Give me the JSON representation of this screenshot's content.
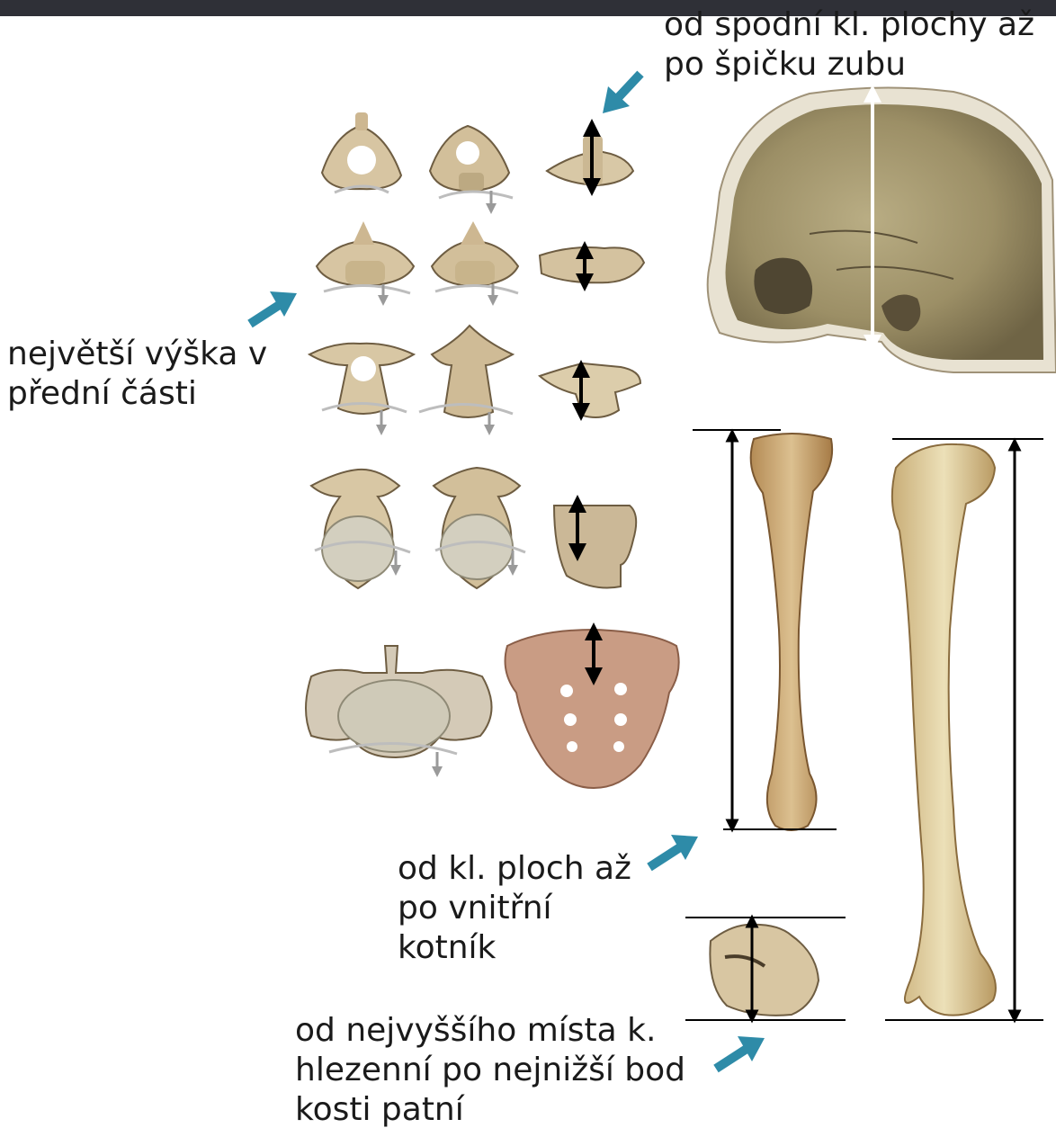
{
  "labels": {
    "vertebra_height": "největší výška v\npřední části",
    "skull_height": "od spodní kl. plochy až\npo špičku zubu",
    "tibia_length": "od kl. ploch až\npo vnitřní\nkotník",
    "talus_height": "od nejvyššího místa k.\nhlezenní po nejnižší bod\nkosti patní"
  },
  "colors": {
    "pointer_arrow": "#2e8ba8",
    "bone": "#d9c7a6",
    "bone_dark": "#8c7a5c",
    "sacrum": "#c99c84",
    "measure_black": "#000000",
    "measure_white": "#ffffff"
  }
}
